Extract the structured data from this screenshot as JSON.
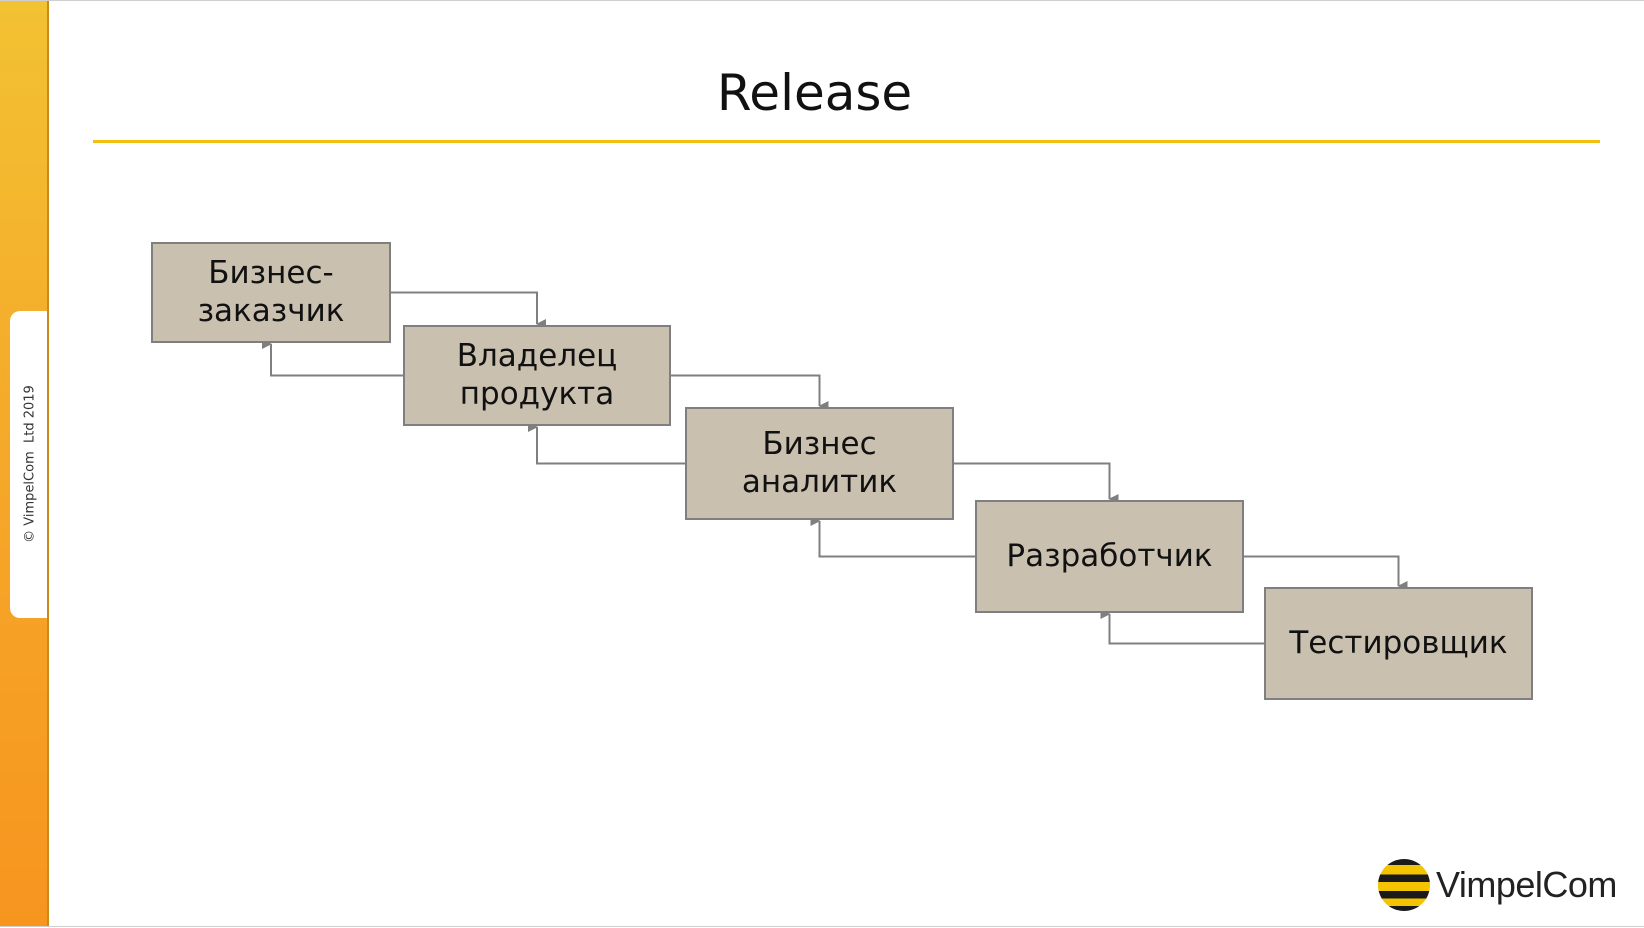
{
  "slide": {
    "title": "Release",
    "copyright": "© VimpelCom  Ltd 2019",
    "logo_text": "VimpelCom"
  },
  "nodes": [
    {
      "id": "business-customer",
      "lines": [
        "Бизнес-",
        "заказчик"
      ]
    },
    {
      "id": "product-owner",
      "lines": [
        "Владелец",
        "продукта"
      ]
    },
    {
      "id": "business-analyst",
      "lines": [
        "Бизнес",
        "аналитик"
      ]
    },
    {
      "id": "developer",
      "lines": [
        "Разработчик"
      ]
    },
    {
      "id": "tester",
      "lines": [
        "Тестировщик"
      ]
    }
  ],
  "edges": [
    {
      "from": "business-customer",
      "to": "product-owner"
    },
    {
      "from": "product-owner",
      "to": "business-customer"
    },
    {
      "from": "product-owner",
      "to": "business-analyst"
    },
    {
      "from": "business-analyst",
      "to": "product-owner"
    },
    {
      "from": "business-analyst",
      "to": "developer"
    },
    {
      "from": "developer",
      "to": "business-analyst"
    },
    {
      "from": "developer",
      "to": "tester"
    },
    {
      "from": "tester",
      "to": "developer"
    }
  ],
  "colors": {
    "node_fill": "#c9c0b0",
    "node_border": "#7f7f7f",
    "connector": "#7f7f7f",
    "accent_rule": "#f2c010",
    "side_bar": "#f5aa2a"
  }
}
